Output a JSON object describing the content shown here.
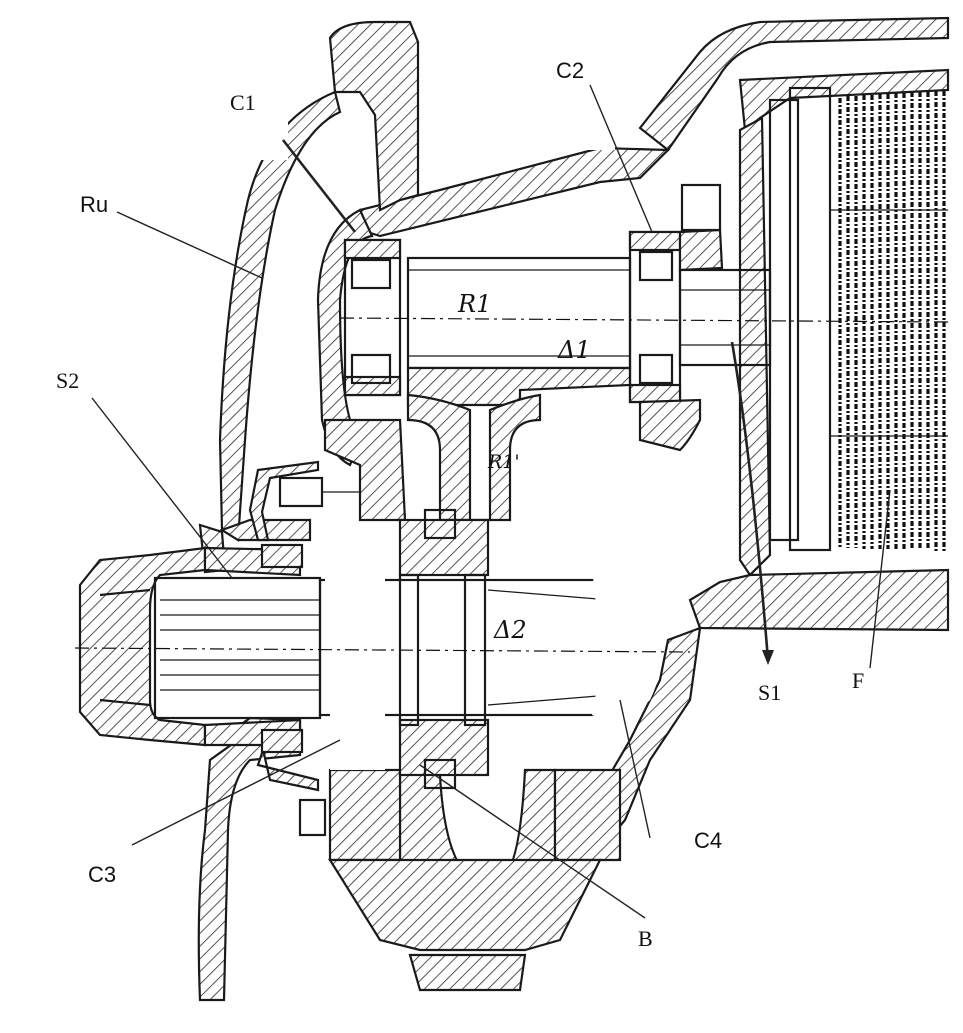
{
  "labels": {
    "c1": "C1",
    "c2": "C2",
    "ru": "Ru",
    "s2": "S2",
    "s1": "S1",
    "f": "F",
    "c3": "C3",
    "c4": "C4",
    "b": "B"
  },
  "drawing_marks": {
    "r1": "R1",
    "delta1": "Δ1",
    "r1_prime": "R1'",
    "delta2": "Δ2"
  }
}
